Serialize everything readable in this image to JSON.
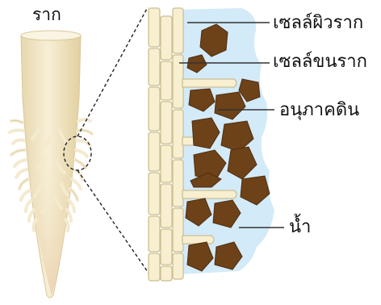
{
  "title": "ราก",
  "labels": {
    "epidermis_cell": "เซลล์ผิวราก",
    "root_hair_cell": "เซลล์ขนราก",
    "soil_particle": "อนุภาคดิน",
    "water": "น้ำ"
  },
  "colors": {
    "root_fill": "#f1e6c5",
    "cell_fill": "#f7efcf",
    "cell_stroke": "#cbbf95",
    "water": "#d3eaf8",
    "soil": "#6e4218",
    "soil_dark": "#4f2d0e",
    "leader": "#333333"
  }
}
